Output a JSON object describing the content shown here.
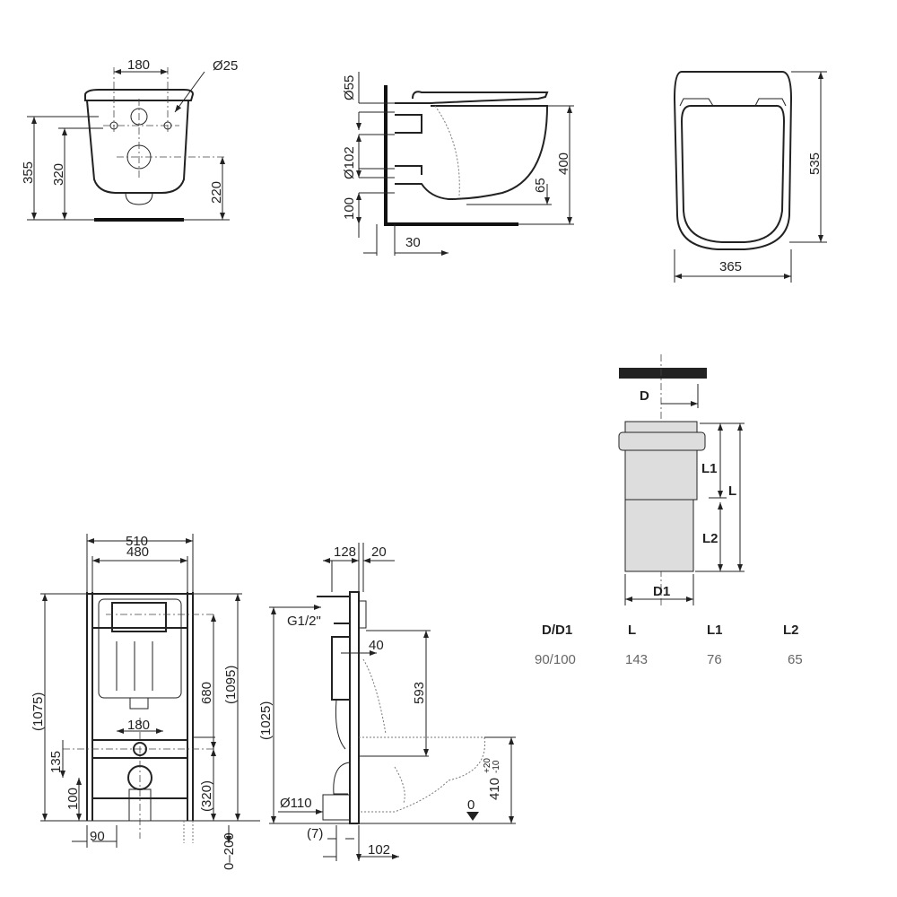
{
  "front_view": {
    "d_180": "180",
    "d_25": "Ø25",
    "d_355": "355",
    "d_320": "320",
    "d_220": "220"
  },
  "side_view": {
    "d_55": "Ø55",
    "d_102": "Ø102",
    "d_100": "100",
    "d_30": "30",
    "d_65": "65",
    "d_400": "400"
  },
  "top_view": {
    "d_535": "535",
    "d_365": "365"
  },
  "pipe": {
    "label_d": "D",
    "label_l1": "L1",
    "label_l": "L",
    "label_l2": "L2",
    "label_d1": "D1",
    "table": {
      "headers": [
        "D/D1",
        "L",
        "L1",
        "L2"
      ],
      "values": [
        "90/100",
        "143",
        "76",
        "65"
      ]
    }
  },
  "frame_front": {
    "d_510": "510",
    "d_480": "480",
    "d_1075": "(1075)",
    "d_680": "680",
    "d_1095": "(1095)",
    "d_180": "180",
    "d_135": "135",
    "d_100": "100",
    "d_320": "(320)",
    "d_90": "90",
    "d_0_200": "0–200"
  },
  "frame_side": {
    "d_128": "128",
    "d_20": "20",
    "g12": "G1/2\"",
    "d_40": "40",
    "d_593": "593",
    "d_1025": "(1025)",
    "d_410": "410",
    "tol_plus": "+20",
    "tol_minus": "-10",
    "zero": "0",
    "d_110": "Ø110",
    "d_7": "(7)",
    "d_102": "102"
  }
}
